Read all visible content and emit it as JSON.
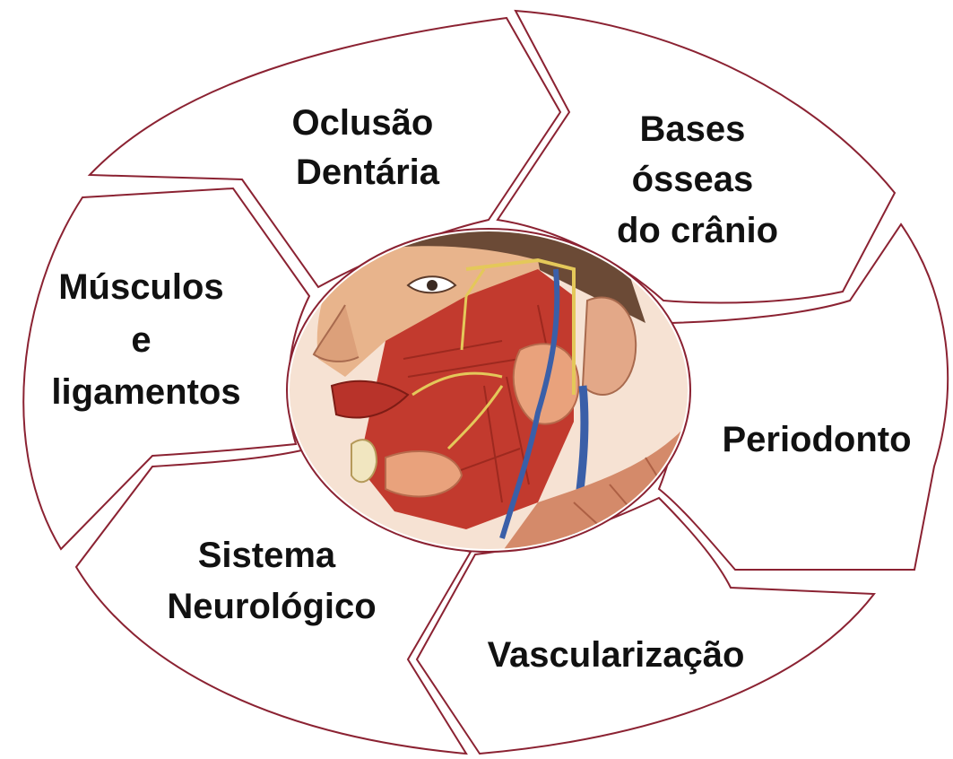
{
  "segments": {
    "oclusao": {
      "lines": [
        "Oclusão",
        "Dentária"
      ]
    },
    "bases": {
      "lines": [
        "Bases",
        "ósseas",
        "do crânio"
      ]
    },
    "periodonto": {
      "lines": [
        "Periodonto"
      ]
    },
    "vascular": {
      "lines": [
        "Vascularização"
      ]
    },
    "sistema": {
      "lines": [
        "Sistema",
        "Neurológico"
      ]
    },
    "musculos": {
      "lines": [
        "Músculos",
        "e",
        "ligamentos"
      ]
    }
  },
  "center_image": {
    "icon": "head-neck-anatomy-illustration"
  },
  "colors": {
    "outline": "#8b2232",
    "label": "#111111",
    "skin": "#e8b48c",
    "muscle": "#c23a2e",
    "vein": "#3a5fa8",
    "gland": "#e9a27c",
    "nerve": "#e4c85a"
  }
}
